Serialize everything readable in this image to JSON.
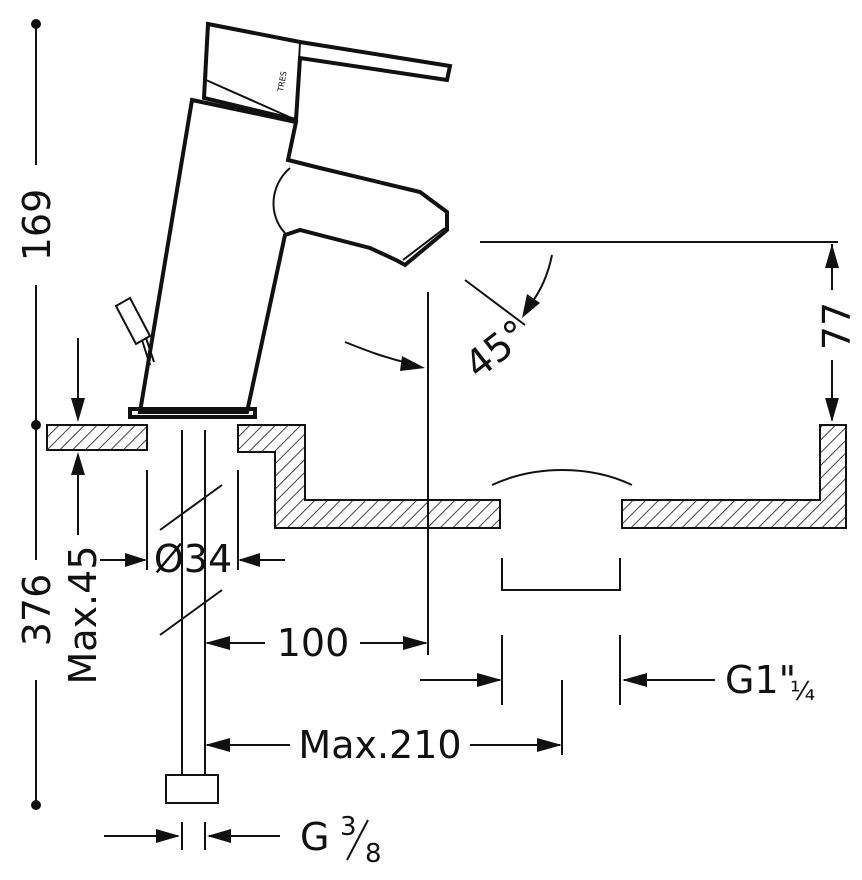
{
  "dimensions": {
    "height_top": "169",
    "height_total": "376",
    "max_deck": "Max.45",
    "diameter": "Ø34",
    "reach": "100",
    "max_reach": "Max.210",
    "angle": "45°",
    "spout_clearance": "77",
    "waste_thread": "G1\"",
    "waste_thread_frac": "¼",
    "supply_thread": "G",
    "supply_thread_frac_num": "3",
    "supply_thread_frac_den": "8"
  },
  "brand_mark": "TRES",
  "colors": {
    "line": "#111111",
    "background": "#ffffff"
  }
}
